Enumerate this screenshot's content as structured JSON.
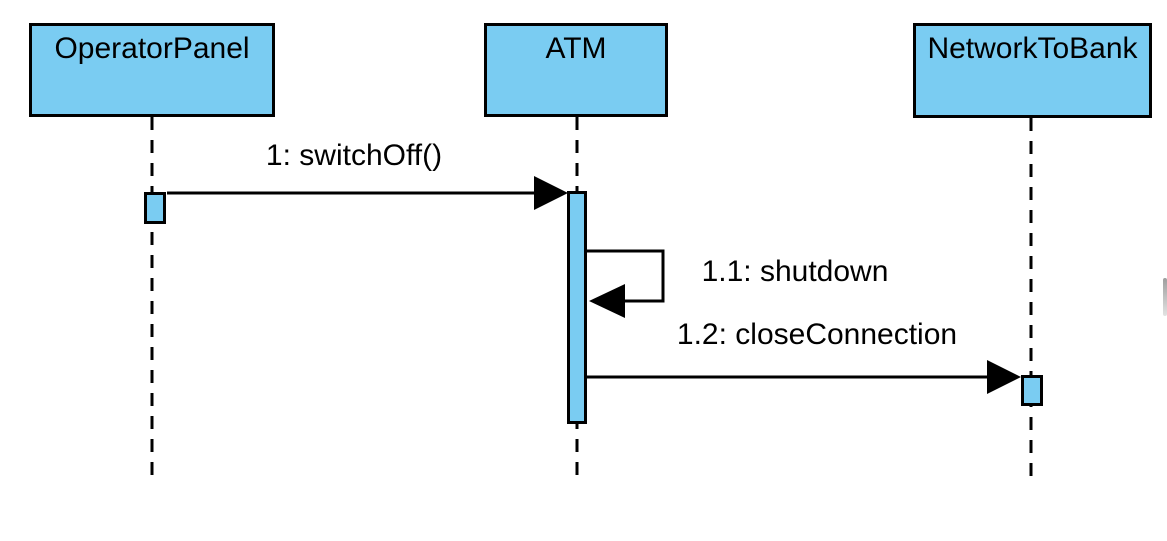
{
  "diagram": {
    "type": "uml-sequence-diagram",
    "colors": {
      "shape_fill": "#7accf2",
      "shape_border": "#000000",
      "background": "#ffffff"
    },
    "lifelines": [
      {
        "name": "OperatorPanel"
      },
      {
        "name": "ATM"
      },
      {
        "name": "NetworkToBank"
      }
    ],
    "messages": [
      {
        "label": "1: switchOff()",
        "from": "OperatorPanel",
        "to": "ATM",
        "type": "call"
      },
      {
        "label": "1.1: shutdown",
        "from": "ATM",
        "to": "ATM",
        "type": "self-call"
      },
      {
        "label": "1.2: closeConnection",
        "from": "ATM",
        "to": "NetworkToBank",
        "type": "call"
      }
    ]
  }
}
